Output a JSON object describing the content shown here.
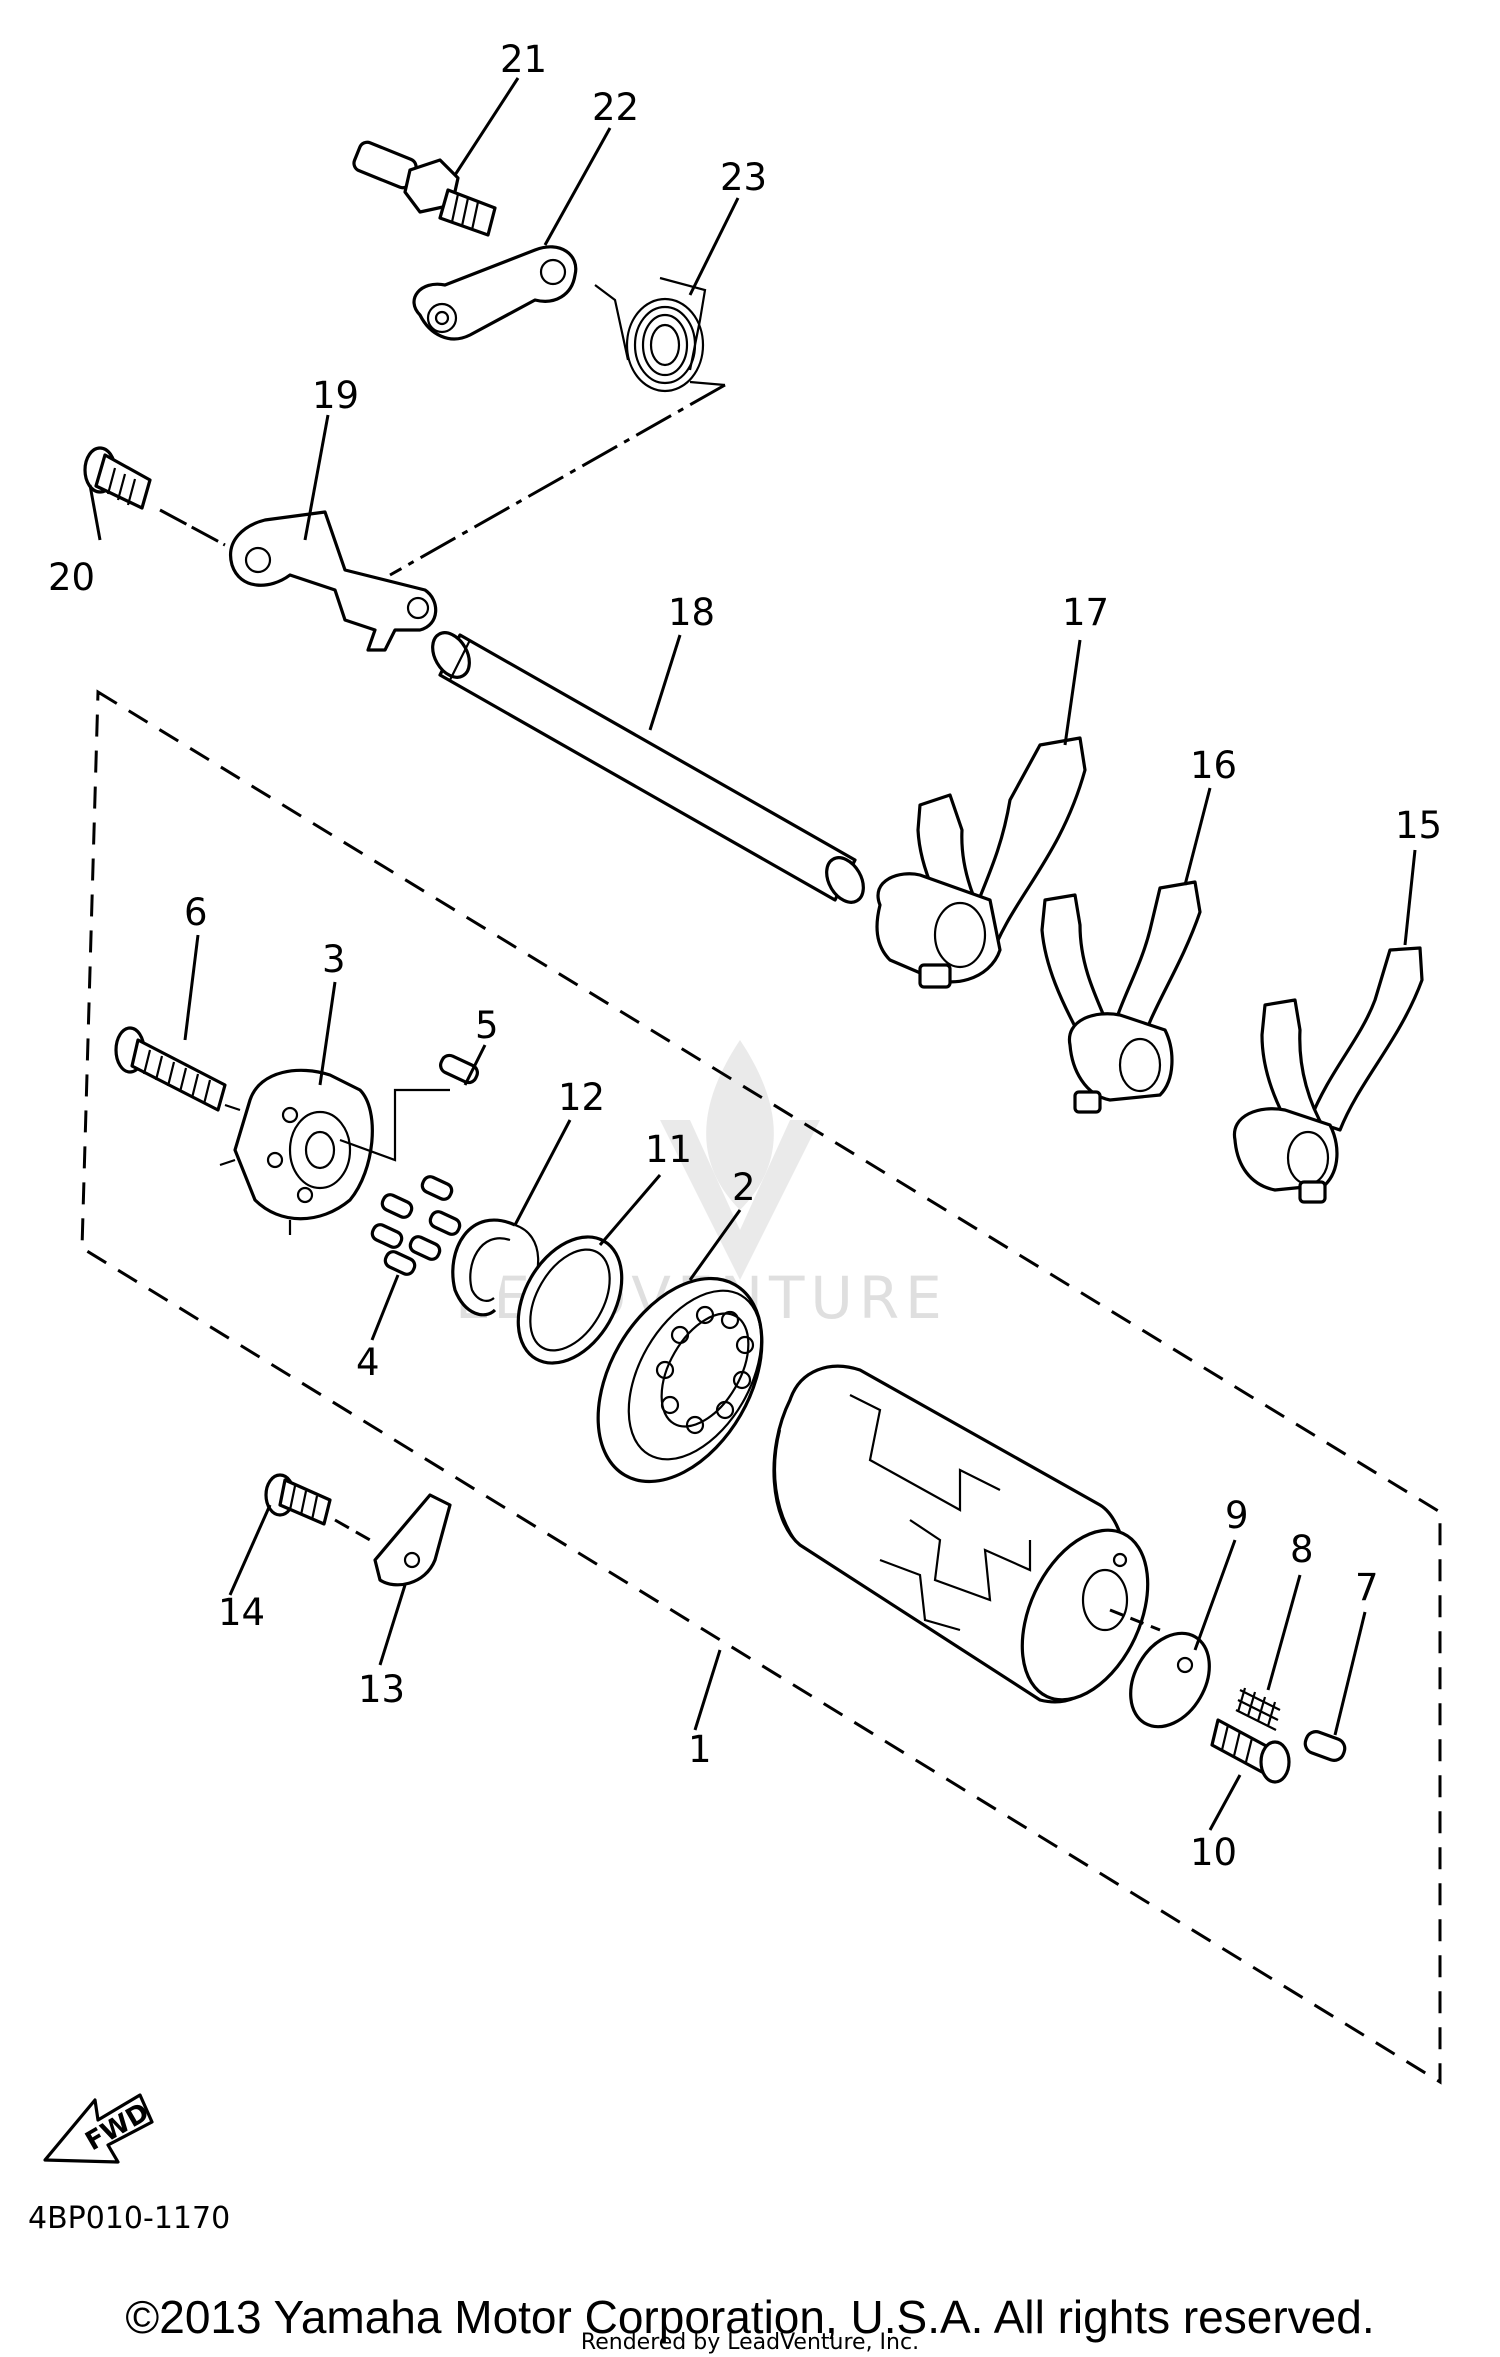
{
  "diagram": {
    "callouts": [
      "1",
      "2",
      "3",
      "4",
      "5",
      "6",
      "7",
      "8",
      "9",
      "10",
      "11",
      "12",
      "13",
      "14",
      "15",
      "16",
      "17",
      "18",
      "19",
      "20",
      "21",
      "22",
      "23"
    ],
    "fwd_label": "FWD",
    "part_code": "4BP010-1170"
  },
  "watermark": "LEADVENTURE",
  "footer": {
    "copyright": "©2013 Yamaha Motor Corporation, U.S.A. All rights reserved.",
    "rendered_by": "Rendered by LeadVenture, Inc."
  }
}
